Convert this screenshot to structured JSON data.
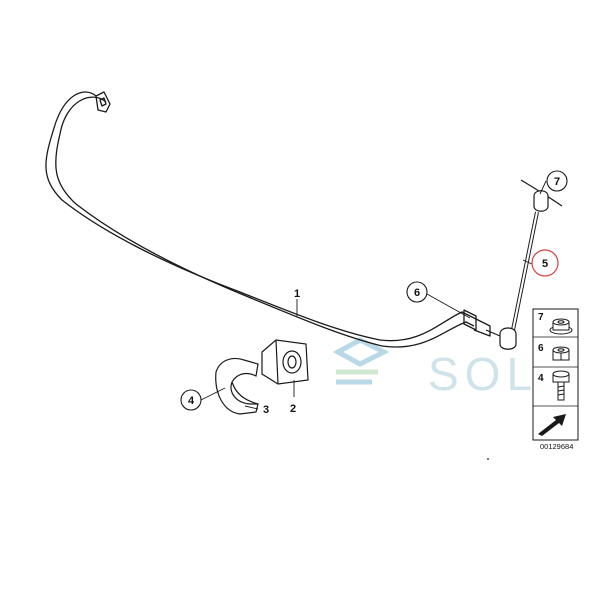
{
  "callouts": {
    "c1": "1",
    "c2": "2",
    "c3": "3",
    "c4": "4",
    "c5": "5",
    "c6": "6",
    "c7": "7"
  },
  "legend": {
    "r7": "7",
    "r6": "6",
    "r4": "4"
  },
  "drawing_code": "00129684",
  "watermark": "SOL",
  "colors": {
    "line": "#1a1a1a",
    "highlight_circle": "#d94040",
    "watermark_blue": "#b9d9e6",
    "watermark_green": "#cfe8cf"
  }
}
